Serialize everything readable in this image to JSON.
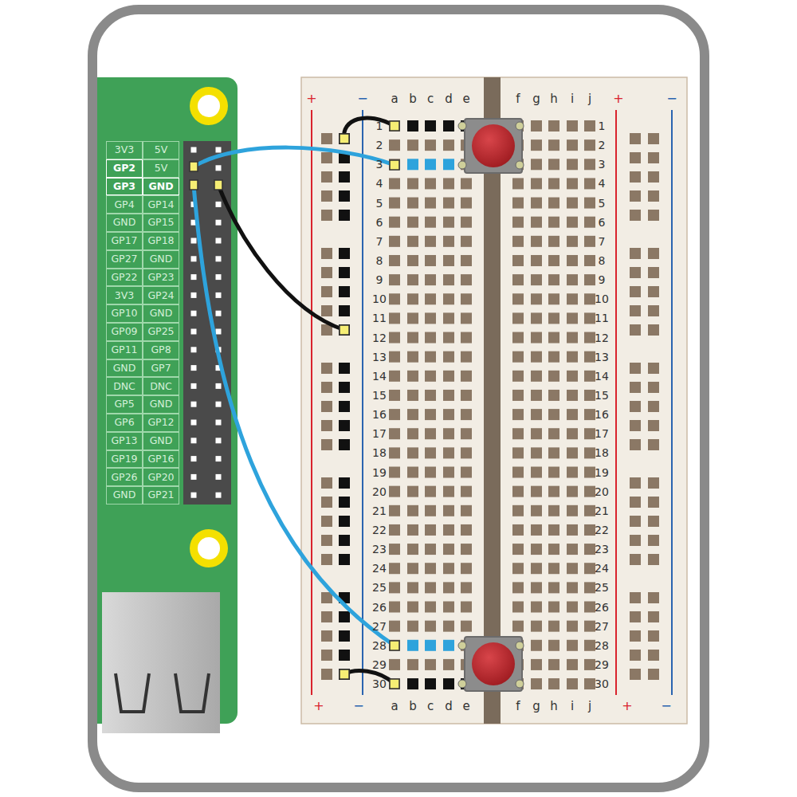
{
  "diagram": {
    "labels": [
      "3V3",
      "5V",
      "GP2",
      "5V",
      "GP3",
      "GND",
      "GP4",
      "GP14",
      "GND",
      "GP15",
      "GP17",
      "GP18",
      "GP27",
      "GND",
      "GP22",
      "GP23",
      "3V3",
      "GP24",
      "GP10",
      "GND",
      "GP09",
      "GP25",
      "GP11",
      "GP8",
      "GND",
      "GP7",
      "DNC",
      "DNC",
      "GP5",
      "GND",
      "GP6",
      "GP12",
      "GP13",
      "GND",
      "GP19",
      "GP16",
      "GP26",
      "GP20",
      "GND",
      "GP21",
      "+",
      "−",
      "a",
      "b",
      "c",
      "d",
      "e",
      "f",
      "g",
      "h",
      "i",
      "j",
      "+",
      "−",
      "1",
      "1",
      "2",
      "2",
      "3",
      "3",
      "4",
      "4",
      "5",
      "5",
      "6",
      "6",
      "7",
      "7",
      "8",
      "8",
      "9",
      "9",
      "10",
      "10",
      "11",
      "11",
      "12",
      "12",
      "13",
      "13",
      "14",
      "14",
      "15",
      "15",
      "16",
      "16",
      "17",
      "17",
      "18",
      "18",
      "19",
      "19",
      "20",
      "20",
      "21",
      "21",
      "22",
      "22",
      "23",
      "23",
      "24",
      "24",
      "25",
      "25",
      "26",
      "26",
      "27",
      "27",
      "28",
      "28",
      "29",
      "29",
      "30",
      "30",
      "+",
      "−",
      "a",
      "b",
      "c",
      "d",
      "e",
      "f",
      "g",
      "h",
      "i",
      "j",
      "+",
      "−"
    ]
  }
}
